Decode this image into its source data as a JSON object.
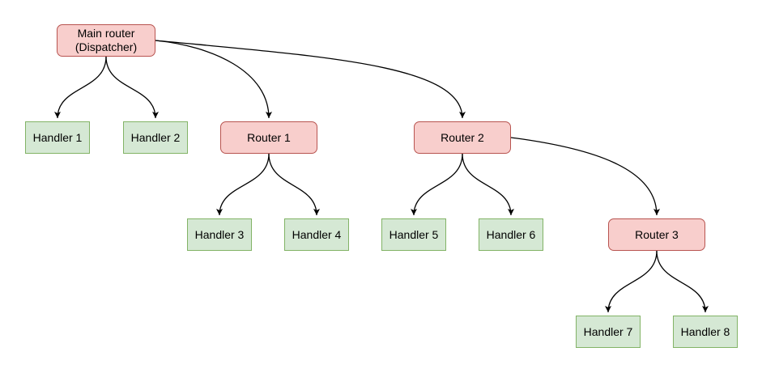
{
  "diagram": {
    "type": "tree-flowchart",
    "colors": {
      "background": "#ffffff",
      "router_fill": "#f8cecc",
      "router_border": "#b85450",
      "handler_fill": "#d5e8d4",
      "handler_border": "#82b366",
      "edge_color": "#000000",
      "text_color": "#000000"
    },
    "nodes": [
      {
        "id": "main-router",
        "type": "router",
        "label": "Main router\n(Dispatcher)"
      },
      {
        "id": "handler-1",
        "type": "handler",
        "label": "Handler 1"
      },
      {
        "id": "handler-2",
        "type": "handler",
        "label": "Handler 2"
      },
      {
        "id": "router-1",
        "type": "router",
        "label": "Router 1"
      },
      {
        "id": "handler-3",
        "type": "handler",
        "label": "Handler 3"
      },
      {
        "id": "handler-4",
        "type": "handler",
        "label": "Handler 4"
      },
      {
        "id": "router-2",
        "type": "router",
        "label": "Router 2"
      },
      {
        "id": "handler-5",
        "type": "handler",
        "label": "Handler 5"
      },
      {
        "id": "handler-6",
        "type": "handler",
        "label": "Handler 6"
      },
      {
        "id": "router-3",
        "type": "router",
        "label": "Router 3"
      },
      {
        "id": "handler-7",
        "type": "handler",
        "label": "Handler 7"
      },
      {
        "id": "handler-8",
        "type": "handler",
        "label": "Handler 8"
      }
    ],
    "edges": [
      {
        "from": "main-router",
        "to": "handler-1"
      },
      {
        "from": "main-router",
        "to": "handler-2"
      },
      {
        "from": "main-router",
        "to": "router-1"
      },
      {
        "from": "main-router",
        "to": "router-2"
      },
      {
        "from": "router-1",
        "to": "handler-3"
      },
      {
        "from": "router-1",
        "to": "handler-4"
      },
      {
        "from": "router-2",
        "to": "handler-5"
      },
      {
        "from": "router-2",
        "to": "handler-6"
      },
      {
        "from": "router-2",
        "to": "router-3"
      },
      {
        "from": "router-3",
        "to": "handler-7"
      },
      {
        "from": "router-3",
        "to": "handler-8"
      }
    ]
  }
}
